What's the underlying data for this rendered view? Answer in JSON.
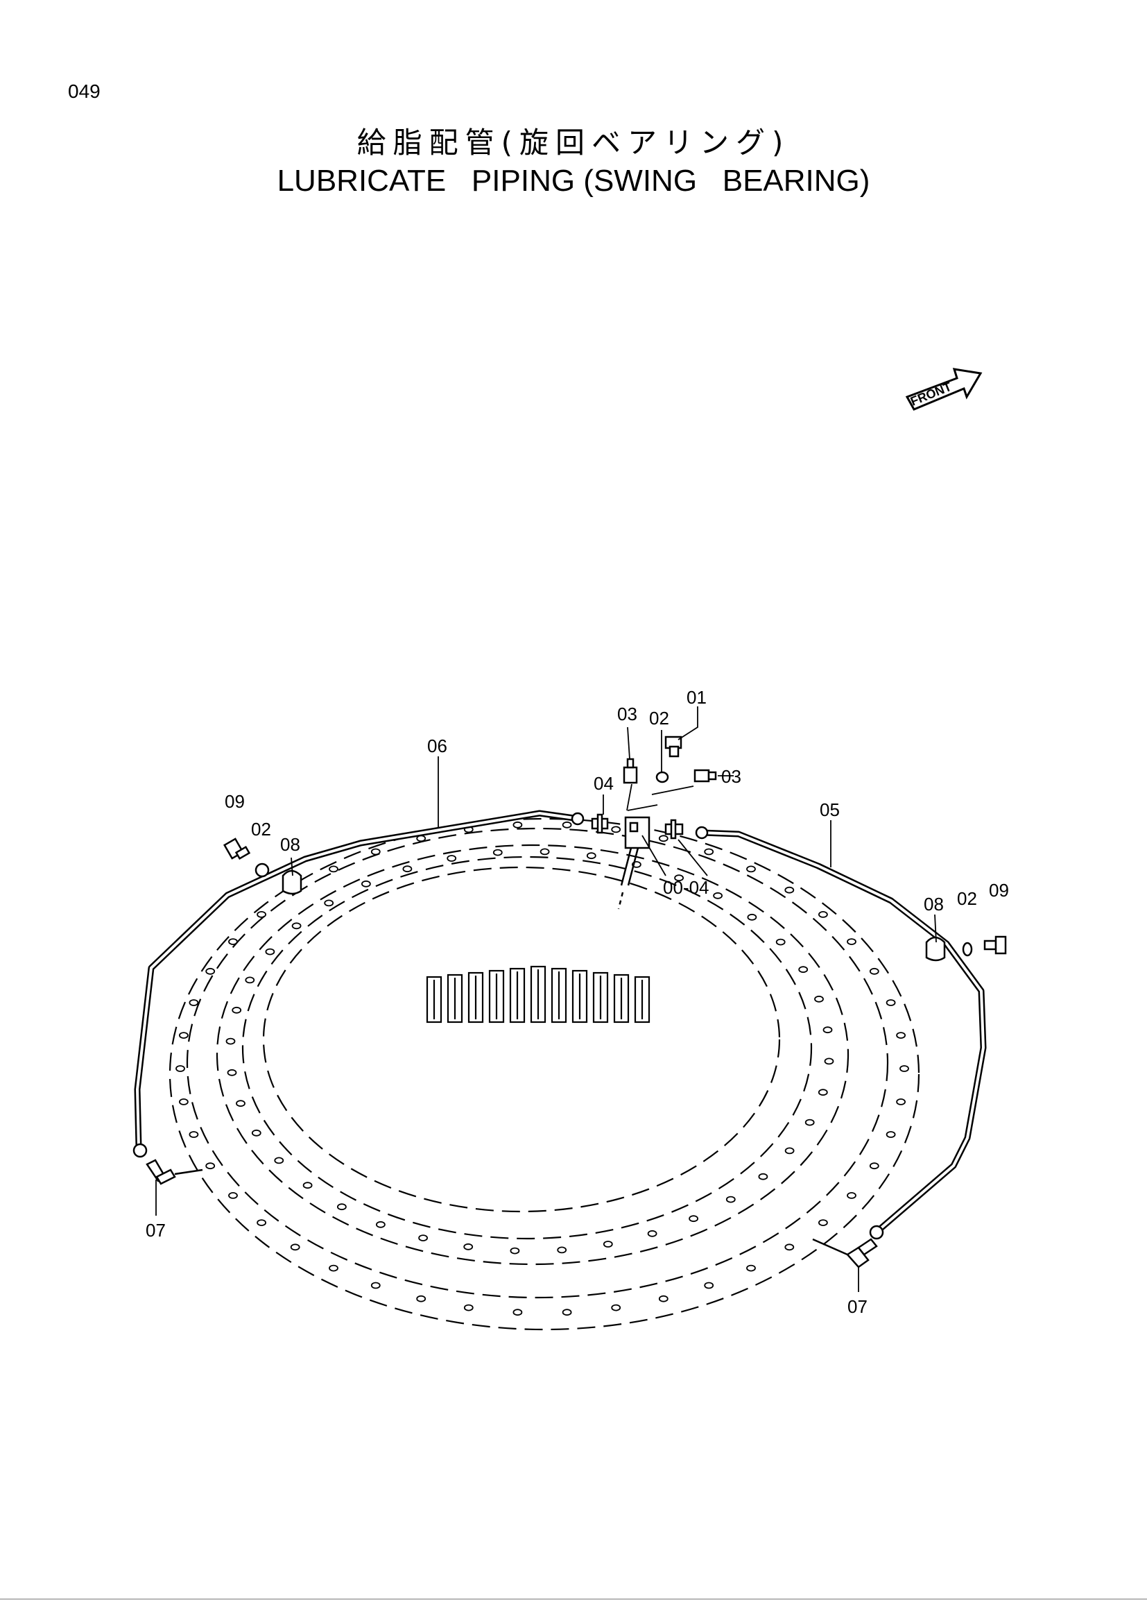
{
  "page": {
    "number": "049"
  },
  "title": {
    "japanese": "給脂配管(旋回ベアリング)",
    "english": "LUBRICATE   PIPING (SWING   BEARING)"
  },
  "front_indicator": {
    "label": "FRONT",
    "icon": "front-arrow-icon"
  },
  "callouts": {
    "c01": "01",
    "c02_top": "02",
    "c03_left": "03",
    "c03_right": "03",
    "c04_left": "04",
    "c0004": "00-04",
    "c05": "05",
    "c06": "06",
    "c07_left": "07",
    "c07_right": "07",
    "c08_left": "08",
    "c08_right": "08",
    "c02_left": "02",
    "c02_right": "02",
    "c09_left": "09",
    "c09_right": "09"
  }
}
